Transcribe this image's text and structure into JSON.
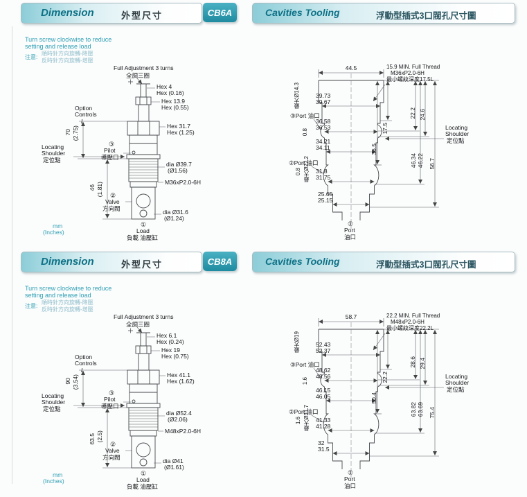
{
  "sections": [
    {
      "header": {
        "dimension_en": "Dimension",
        "dimension_zh": "外型尺寸",
        "badge": "CB6A",
        "cavities_en": "Cavities Tooling",
        "cavities_zh": "浮動型插式3口閥孔尺寸圖"
      },
      "note": {
        "en1": "Turn screw clockwise to reduce",
        "en2": "setting and release load",
        "zh_label": "注意:",
        "zh1": "順時針方向旋轉-降壓",
        "zh2": "反時針方向旋轉-增壓"
      },
      "valve": {
        "adj_en": "Full Adjustment 3 turns",
        "adj_zh": "全調三圈",
        "hex1": "Hex 4",
        "hex1_in": "Hex (0.16)",
        "hex2": "Hex 13.9",
        "hex2_in": "Hex (0.55)",
        "hex3": "Hex 31.7",
        "hex3_in": "Hex (1.25)",
        "option1": "Option",
        "option2": "Controls",
        "option3": "L",
        "height_upper": "70",
        "height_upper_in": "(2.75)",
        "locating1": "Locating",
        "locating2": "Shoulder",
        "locating3": "定位點",
        "pilot_num": "③",
        "pilot_en": "Pilot",
        "pilot_zh": "導壓口",
        "body_dia": "dia Ø39.7",
        "body_dia_in": "(Ø1.56)",
        "thread": "M36xP2.0-6H",
        "height_lower": "46",
        "height_lower_in": "(1.81)",
        "valve_num": "②",
        "valve_en": "Valve",
        "valve_zh": "方向閥",
        "nose_dia": "dia Ø31.6",
        "nose_dia_in": "(Ø1.24)",
        "load_num": "①",
        "load_en": "Load",
        "load_zh": "負載 油壓缸",
        "units_mm": "mm",
        "units_in": "(Inches)"
      },
      "cavity": {
        "top_width": "44.5",
        "thread_note1": "15.9 MIN. Full Thread",
        "thread_note2": "M36xP2.0-6H",
        "thread_note3": "最小螺紋深度17.5L",
        "maxdia_top": "最大Ø14.3",
        "chamfer_top": "0.8",
        "w1a": "39.73",
        "w1b": "39.67",
        "port3": "③Port 油口",
        "w2a": "36.58",
        "w2b": "36.53",
        "w3a": "34.21",
        "w3b": "34.11",
        "chamfer_mid": "0.8",
        "maxdia_mid": "最大Ø22.2",
        "port2": "②Port 油口",
        "w4a": "31.8",
        "w4b": "31.75",
        "w5a": "25.65",
        "w5b": "25.15",
        "d_a": "17.5",
        "d_b": "22.2",
        "d_c": "24.6",
        "d_d": "36.5",
        "d_e1": "46.34",
        "d_e2": "46.22",
        "d_f": "56.7",
        "locating1": "Locating",
        "locating2": "Shoulder",
        "locating3": "定位點",
        "port1_num": "①",
        "port1_en": "Port",
        "port1_zh": "油口"
      }
    },
    {
      "header": {
        "dimension_en": "Dimension",
        "dimension_zh": "外型尺寸",
        "badge": "CB8A",
        "cavities_en": "Cavities Tooling",
        "cavities_zh": "浮動型插式3口閥孔尺寸圖"
      },
      "note": {
        "en1": "Turn screw clockwise to reduce",
        "en2": "setting and release load",
        "zh_label": "注意:",
        "zh1": "順時針方向旋轉-降壓",
        "zh2": "反時針方向旋轉-增壓"
      },
      "valve": {
        "adj_en": "Full Adjustment 3 turns",
        "adj_zh": "全調三圈",
        "hex1": "Hex 6.1",
        "hex1_in": "Hex (0.24)",
        "hex2": "Hex 19",
        "hex2_in": "Hex (0.75)",
        "hex3": "Hex 41.1",
        "hex3_in": "Hex (1.62)",
        "option1": "Option",
        "option2": "Controls",
        "option3": "L",
        "height_upper": "90",
        "height_upper_in": "(3.54)",
        "locating1": "Locating",
        "locating2": "Shoulder",
        "locating3": "定位點",
        "pilot_num": "③",
        "pilot_en": "Pilot",
        "pilot_zh": "導壓口",
        "body_dia": "dia Ø52.4",
        "body_dia_in": "(Ø2.06)",
        "thread": "M48xP2.0-6H",
        "height_lower": "63.5",
        "height_lower_in": "(2.5)",
        "valve_num": "②",
        "valve_en": "Valve",
        "valve_zh": "方向閥",
        "nose_dia": "dia Ø41",
        "nose_dia_in": "(Ø1.61)",
        "load_num": "①",
        "load_en": "Load",
        "load_zh": "負載 油壓缸",
        "units_mm": "mm",
        "units_in": "(Inches)"
      },
      "cavity": {
        "top_width": "58.7",
        "thread_note1": "22.2 MIN. Full Thread",
        "thread_note2": "M48xP2.0-6H",
        "thread_note3": "最小螺紋深度22.2L",
        "maxdia_top": "最大Ø19",
        "chamfer_top": "1.6",
        "w1a": "52.43",
        "w1b": "52.37",
        "port3": "③Port 油口",
        "w2a": "48.62",
        "w2b": "48.56",
        "w3a": "46.15",
        "w3b": "46.05",
        "chamfer_mid": "1.6",
        "maxdia_mid": "最大Ø31.7",
        "port2": "②Port 油口",
        "w4a": "41.33",
        "w4b": "41.28",
        "w5a": "32",
        "w5b": "31.5",
        "d_a": "22.2",
        "d_b": "28.6",
        "d_c": "29.4",
        "d_d": "50.4",
        "d_e1": "63.82",
        "d_e2": "63.69",
        "d_f": "75.4",
        "locating1": "Locating",
        "locating2": "Shoulder",
        "locating3": "定位點",
        "port1_num": "①",
        "port1_en": "Port",
        "port1_zh": "油口"
      }
    }
  ]
}
